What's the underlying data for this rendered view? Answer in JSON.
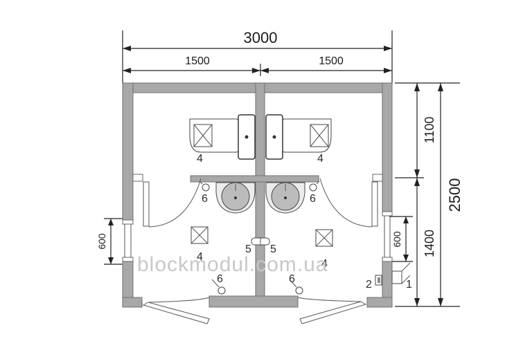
{
  "dimensions": {
    "overall_width": "3000",
    "left_width": "1500",
    "right_width": "1500",
    "overall_depth": "2500",
    "upper_depth": "1100",
    "lower_depth": "1400",
    "left_window": "600",
    "right_window": "600"
  },
  "labels": {
    "shower_left": "4",
    "shower_right": "4",
    "drain_left": "4",
    "drain_right": "4",
    "hook_upper_left": "6",
    "hook_upper_right": "6",
    "hook_lower_left": "6",
    "hook_lower_right": "6",
    "valve_left": "5",
    "valve_right": "5",
    "heater": "1",
    "switch": "2"
  },
  "watermark": "blockmodul.com.ua"
}
